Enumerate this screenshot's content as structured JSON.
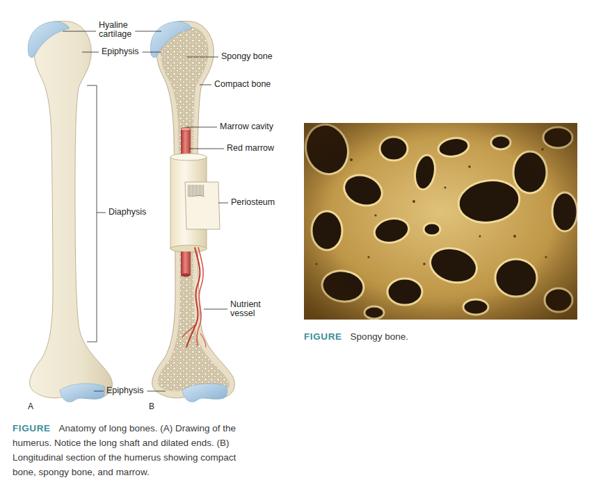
{
  "diagram": {
    "labels": [
      "Hyaline cartilage",
      "Epiphysis",
      "Spongy bone",
      "Compact bone",
      "Marrow cavity",
      "Red marrow",
      "Periosteum",
      "Diaphysis",
      "Nutrient vessel",
      "Epiphysis",
      "A",
      "B",
      "FIGURE",
      "Anatomy of long bones. (A) Drawing of the humerus. Notice the long shaft and dilated ends. (B) Longitudinal section of the humerus showing compact bone, spongy bone, and marrow.",
      "FIGURE",
      "Spongy bone."
    ]
  }
}
